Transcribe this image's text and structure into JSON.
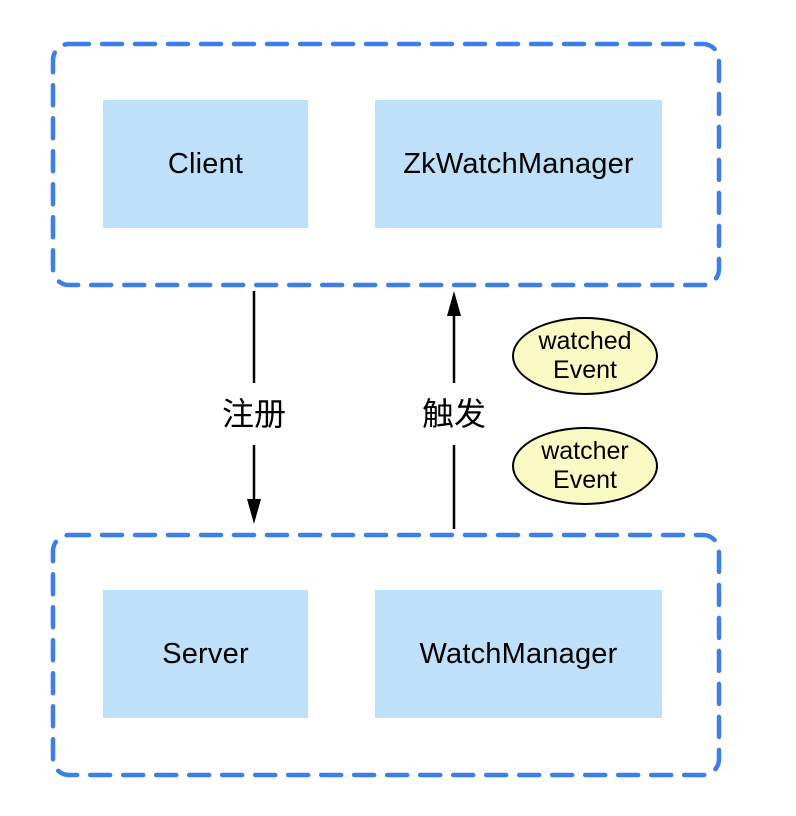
{
  "colors": {
    "container_border": "#3D7FE8",
    "node_fill": "#BFE0F9",
    "node_text": "#000000",
    "event_fill": "#FAFAC5",
    "event_border": "#000000",
    "arrow": "#000000",
    "background": "#FFFFFF"
  },
  "nodes": {
    "client": {
      "label": "Client"
    },
    "zk_watch_manager": {
      "label": "ZkWatchManager"
    },
    "server": {
      "label": "Server"
    },
    "watch_manager": {
      "label": "WatchManager"
    }
  },
  "edges": {
    "register": {
      "label": "注册",
      "direction": "down"
    },
    "trigger": {
      "label": "触发",
      "direction": "up"
    }
  },
  "events": {
    "watched": {
      "line1": "watched",
      "line2": "Event"
    },
    "watcher": {
      "line1": "watcher",
      "line2": "Event"
    }
  }
}
